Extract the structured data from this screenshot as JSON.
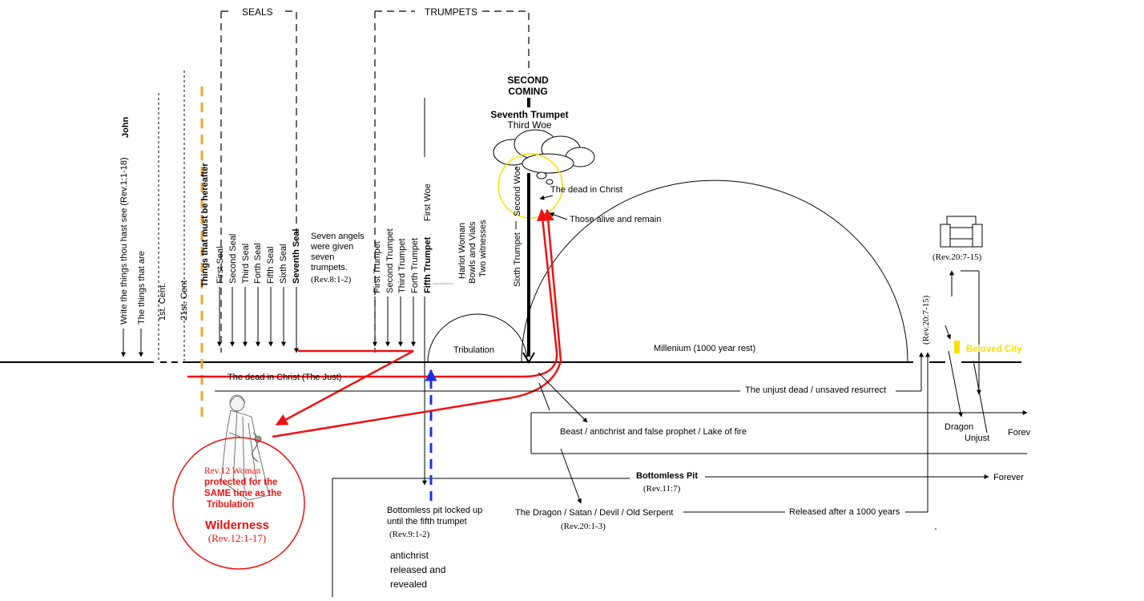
{
  "brackets": {
    "seals": "SEALS",
    "trumpets": "TRUMPETS"
  },
  "second_coming": {
    "line1": "SECOND",
    "line2": "COMING"
  },
  "seventh_trumpet": {
    "title": "Seventh Trumpet",
    "sub": "Third Woe"
  },
  "left_labels": {
    "john": "John",
    "write": "Write the things thou hast see (Rev.1:1-18)",
    "things_are": "The things that are",
    "first_cent": "1st. Cent.",
    "twentyfirst_cent": "21st. Cent",
    "hereafter": "Things that must be hereafter"
  },
  "seals": [
    "First Seal",
    "Second Seal",
    "Third Seal",
    "Forth Seal",
    "Fifth Seal",
    "Sixth Seal",
    "Seventh Seal"
  ],
  "trumpets": [
    "First Trumpet",
    "Second Trumpet",
    "Third Trumpet",
    "Forth Trumpet",
    "Fifth Trumpet",
    "First Woe"
  ],
  "angels": [
    "Seven angels",
    "were given",
    "seven",
    "trumpets.",
    "(Rev.8:1-2)"
  ],
  "vertical_notes": {
    "harlot": "Harlot Woman",
    "bowls": "Bowls and Vials",
    "witnesses": "Two witnesses",
    "sixth_trumpet": "Sixth Trumpet",
    "second_woe": "Second Woe"
  },
  "tribulation": "Tribulation",
  "millenium": "Millenium (1000 year rest)",
  "dead_in_christ_top": "The dead in Christ",
  "alive_remain": "Those alive and remain",
  "throne_ref": "(Rev.20:7-15)",
  "vertical_ref": "(Rev.20:7-15)",
  "beloved_city": "Beloved City",
  "dead_just": "The dead in Christ (The Just)",
  "unjust_dead": "The unjust dead / unsaved resurrect",
  "beast": "Beast / antichrist and false prophet / Lake of fire",
  "dragon_label": "Dragon",
  "unjust_label": "Unjust",
  "forever_cut": "Forev",
  "bottomless": {
    "title": "Bottomless Pit",
    "ref": "(Rev.11:7)",
    "forever": "Forever"
  },
  "dragon_line": "The Dragon / Satan / Devil / Old Serpent",
  "released": "Released after a 1000 years",
  "dragon_ref": "(Rev.20:1-3)",
  "pit_locked": [
    "Bottomless pit locked up",
    "until the fifth trumpet"
  ],
  "pit_ref": "(Rev.9:1-2)",
  "antichrist": [
    "antichrist",
    "released and",
    "revealed"
  ],
  "woman_text": [
    "Rev.12 Woman",
    "protected for the",
    "SAME time as the",
    "Tribulation"
  ],
  "wilderness": {
    "title": "Wilderness",
    "ref": "(Rev.12:1-17)"
  },
  "colors": {
    "red": "#ee1111",
    "blue": "#1f2fe8",
    "orange": "#f0a22a",
    "yellow": "#f6df00",
    "black": "#000000"
  }
}
